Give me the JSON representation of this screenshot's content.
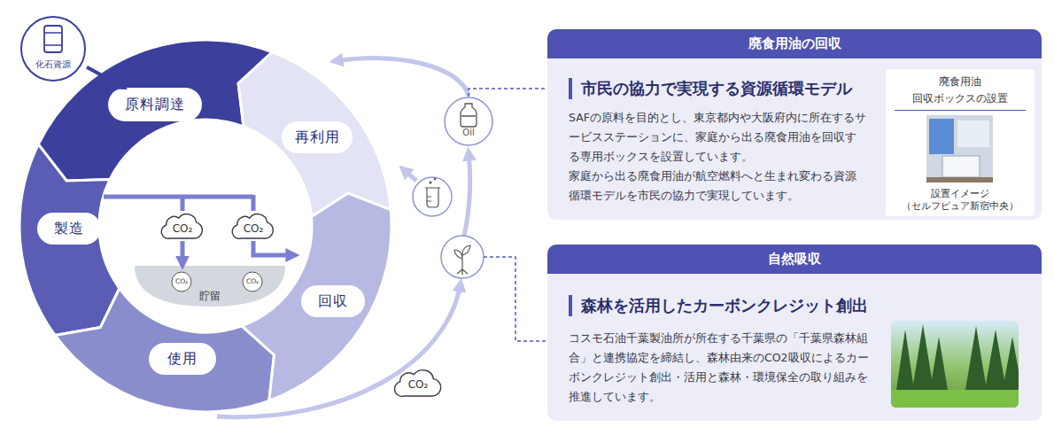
{
  "diagram": {
    "nodes": [
      {
        "text": [
          "化石資源"
        ]
      },
      {
        "text": [
          "原料調達"
        ]
      },
      {
        "text": [
          "再利用"
        ]
      },
      {
        "text": [
          "回収"
        ]
      },
      {
        "text": [
          "使用"
        ]
      },
      {
        "text": [
          "製造"
        ]
      },
      {
        "text": [
          "CO₂"
        ]
      },
      {
        "text": [
          "CO₂"
        ]
      },
      {
        "text": [
          "貯留"
        ]
      },
      {
        "text": [
          "CO₂"
        ],
        "in": 8
      },
      {
        "text": [
          "CO₂"
        ],
        "in": 8
      },
      {
        "text": [
          "CO₂"
        ]
      },
      {
        "text": [
          "Oil"
        ]
      },
      {
        "text": [
          "廃食用油の回収",
          "市民の協力で実現する資源循環モデル",
          "SAFの原料を目的とし、東京都内や大阪府内に所在するサービスステーションに、家庭から出る廃食用油を回収する専用ボックスを設置しています。",
          "家庭から出る廃食用油が航空燃料へと生まれ変わる資源循環モデルを市民の協力で実現しています。"
        ]
      },
      {
        "text": [
          "廃食用油 回収ボックスの設置",
          "設置イメージ （セルフピュア新宿中央）"
        ],
        "in": 13
      },
      {
        "text": [
          "自然吸収",
          "森林を活用したカーボンクレジット創出",
          "コスモ石油千葉製油所が所在する千葉県の「千葉県森林組合」と連携協定を締結し、森林由来のCO2吸収によるカーボンクレジット創出・活用と森林・環境保全の取り組みを推進しています。"
        ]
      }
    ],
    "edges": [
      {
        "from": 0,
        "to": 1,
        "arrow": "to"
      },
      {
        "from": 6,
        "to": 8,
        "arrow": "to"
      },
      {
        "from": 12,
        "to": 13,
        "arrow": "none"
      }
    ]
  }
}
